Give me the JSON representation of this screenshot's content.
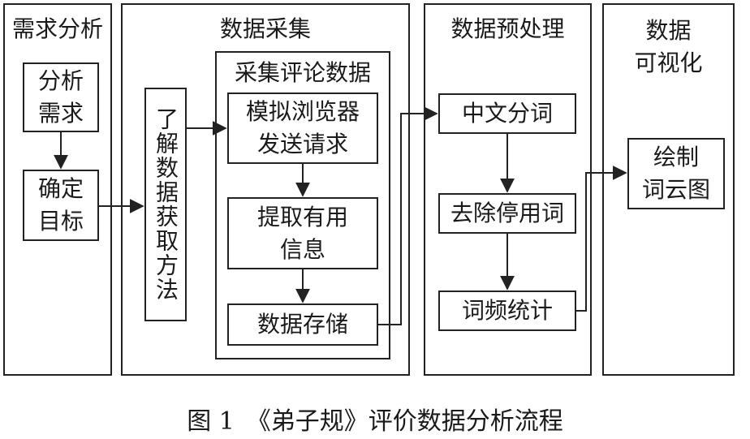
{
  "columns": {
    "requirement": {
      "title": "需求分析",
      "box1": "分析\n需求",
      "box2": "确定\n目标"
    },
    "collection": {
      "title": "数据采集",
      "method": "了解数据获取方法",
      "inner_title": "采集评论数据",
      "step1": "模拟浏览器\n发送请求",
      "step2": "提取有用\n信息",
      "step3": "数据存储"
    },
    "preprocess": {
      "title": "数据预处理",
      "step1": "中文分词",
      "step2": "去除停用词",
      "step3": "词频统计"
    },
    "visualize": {
      "title": "数据\n可视化",
      "box": "绘制\n词云图"
    }
  },
  "caption": "图 1　《弟子规》评价数据分析流程"
}
